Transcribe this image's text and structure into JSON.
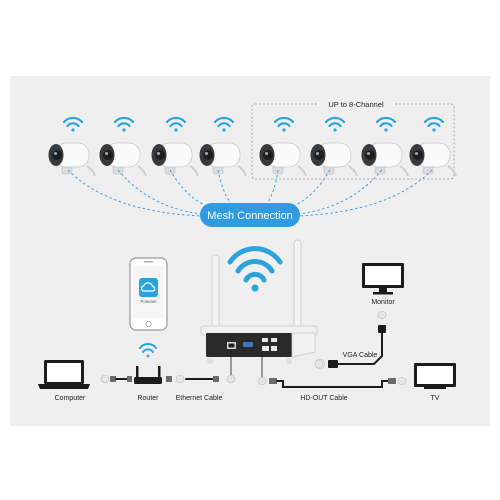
{
  "group_label": "UP to 8-Channel",
  "mesh_label": "Mesh Connection",
  "app_label": "Foscam",
  "labels": {
    "monitor": "Monitor",
    "vga_cable": "VGA Cable",
    "computer": "Computer",
    "router": "Router",
    "ethernet_cable": "Ethernet Cable",
    "hdout_cable": "HD-OUT Cable",
    "tv": "TV"
  },
  "colors": {
    "accent": "#2aa3df",
    "mesh_pill": "#2f9be0",
    "background_panel": "#efefef"
  },
  "icons": [
    "wifi-icon",
    "bullet-camera-icon",
    "smartphone-icon",
    "foscam-cloud-icon",
    "nvr-icon",
    "monitor-icon",
    "tv-icon",
    "laptop-icon",
    "router-icon"
  ]
}
